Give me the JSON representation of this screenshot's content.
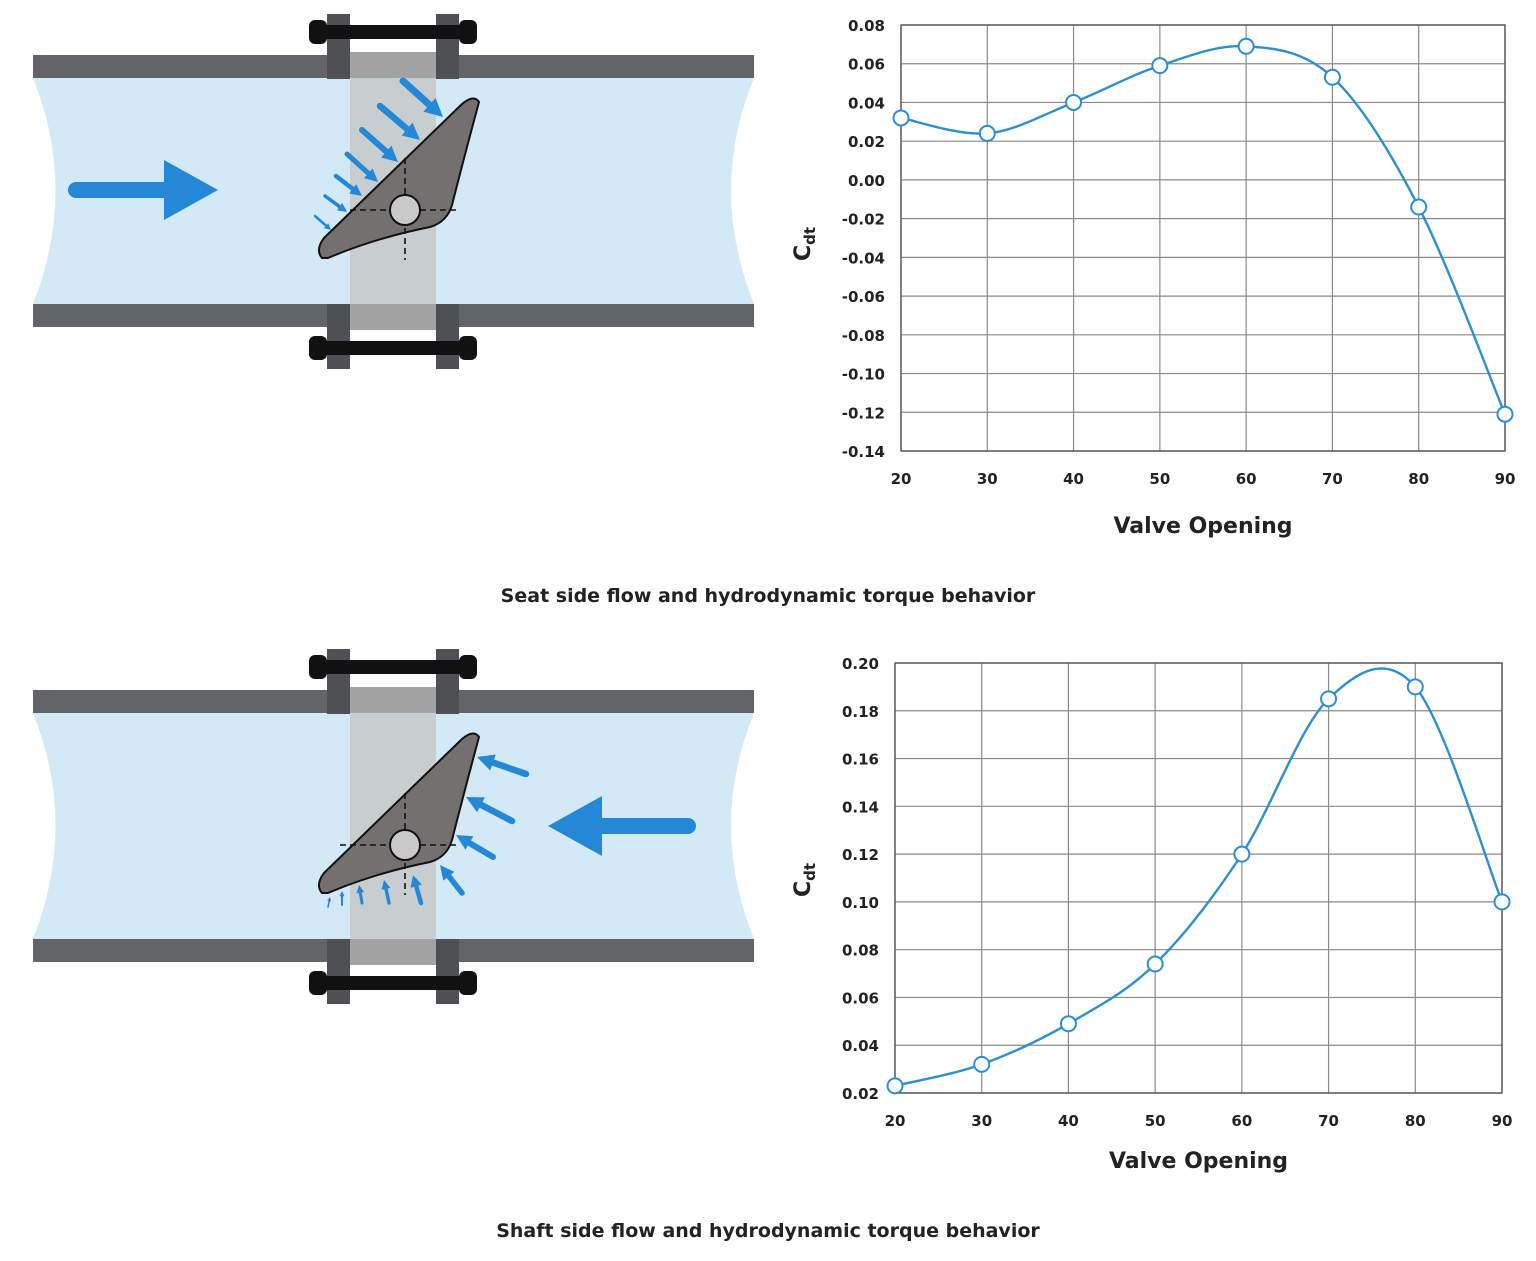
{
  "colors": {
    "water": "#d3e9f5",
    "pipe": "#636467",
    "flange": "#4f5053",
    "valve_body_dark": "#a3a3a3",
    "valve_body_light": "#c8cdd0",
    "disc": "#757070",
    "arrow": "#2488d6",
    "curve": "#2e8fcf",
    "grid": "#8a8a8a"
  },
  "panels": [
    {
      "caption": "Seat side flow and hydrodynamic torque behavior",
      "flow_direction": "left-to-right"
    },
    {
      "caption": "Shaft side flow and hydrodynamic torque behavior",
      "flow_direction": "right-to-left"
    }
  ],
  "chart_data": [
    {
      "type": "line",
      "xlabel": "Valve Opening",
      "ylabel": "C",
      "ylabel_subscript": "dt",
      "x": [
        20,
        30,
        40,
        50,
        60,
        70,
        80,
        90
      ],
      "series": [
        {
          "values": [
            0.032,
            0.024,
            0.04,
            0.059,
            0.069,
            0.053,
            -0.014,
            -0.121
          ]
        }
      ],
      "xlim": [
        20,
        90
      ],
      "ylim": [
        -0.14,
        0.08
      ],
      "xticks": [
        "20",
        "30",
        "40",
        "50",
        "60",
        "70",
        "80",
        "90"
      ],
      "yticks": [
        "0.08",
        "0.06",
        "0.04",
        "0.02",
        "0.00",
        "-0.02",
        "-0.04",
        "-0.06",
        "-0.08",
        "-0.10",
        "-0.12",
        "-0.14"
      ],
      "grid": true,
      "legend": "none",
      "markers": "hollow circles",
      "smooth": true
    },
    {
      "type": "line",
      "xlabel": "Valve Opening",
      "ylabel": "C",
      "ylabel_subscript": "dt",
      "x": [
        20,
        30,
        40,
        50,
        60,
        70,
        80,
        90
      ],
      "series": [
        {
          "values": [
            0.023,
            0.032,
            0.049,
            0.074,
            0.12,
            0.185,
            0.19,
            0.1
          ]
        }
      ],
      "xlim": [
        20,
        90
      ],
      "ylim": [
        0.02,
        0.2
      ],
      "xticks": [
        "20",
        "30",
        "40",
        "50",
        "60",
        "70",
        "80",
        "90"
      ],
      "yticks": [
        "0.20",
        "0.18",
        "0.16",
        "0.14",
        "0.12",
        "0.10",
        "0.08",
        "0.06",
        "0.04",
        "0.02"
      ],
      "grid": true,
      "legend": "none",
      "markers": "hollow circles",
      "smooth": true
    }
  ]
}
